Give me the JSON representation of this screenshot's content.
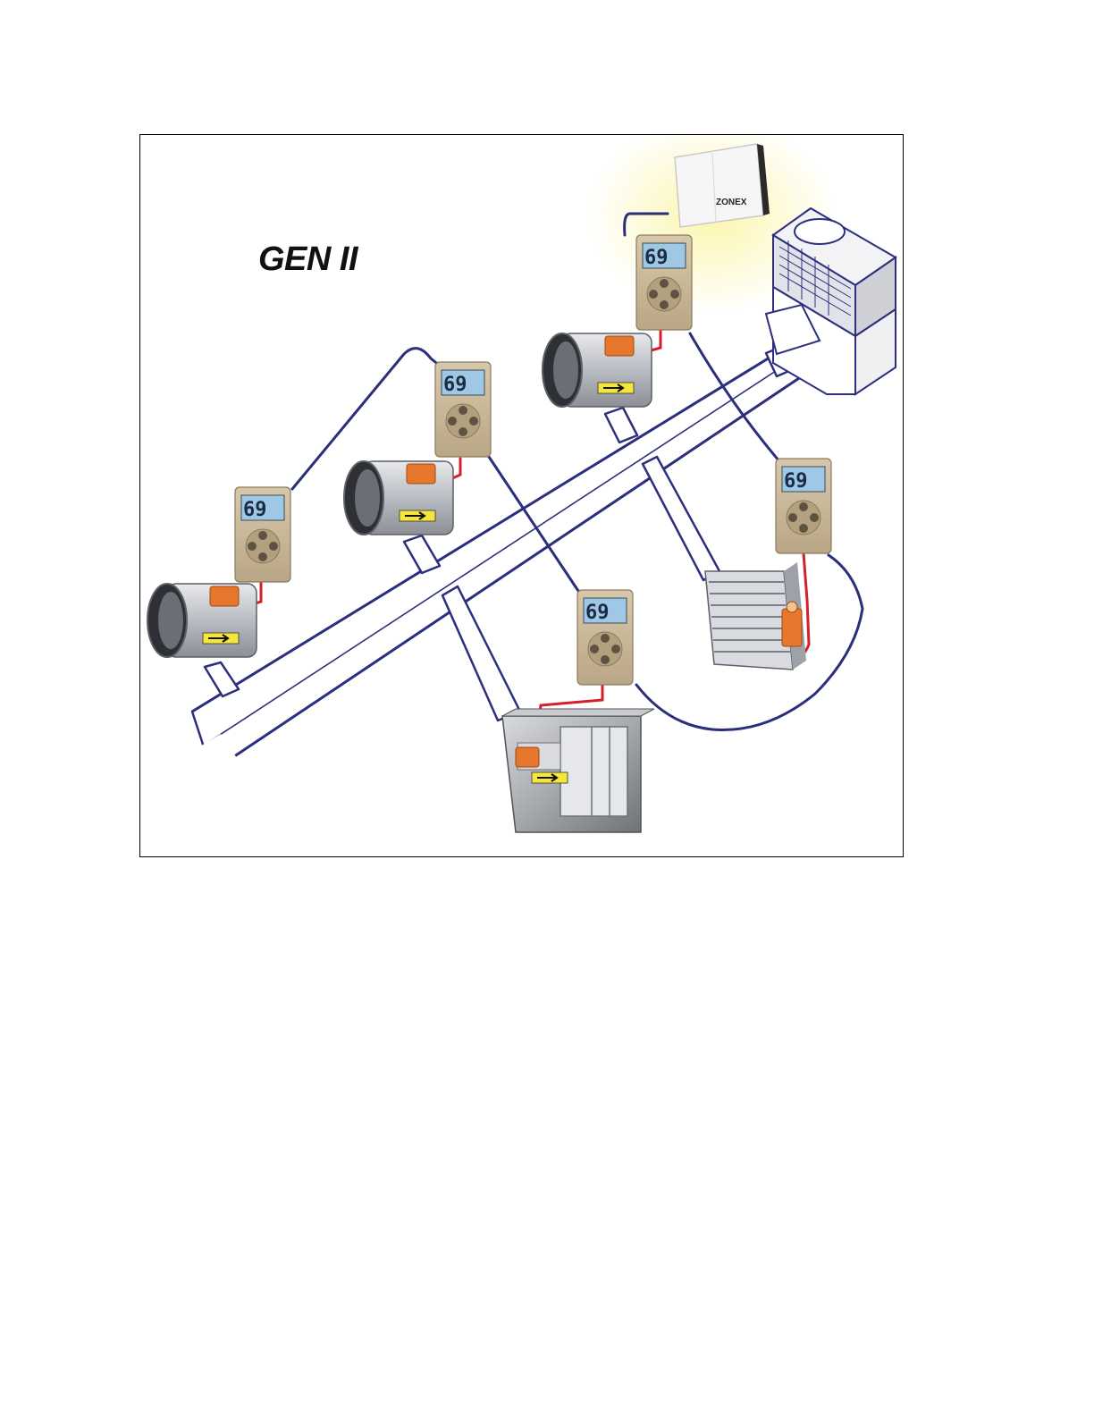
{
  "figure": {
    "title": "GEN II",
    "controller_brand": "ZONEX",
    "thermostat_reading": "69",
    "thermostat_count": 5,
    "colors": {
      "wire_bus": "#2a2f7a",
      "wire_damper": "#d4202a",
      "duct_outline": "#2b2f7e",
      "thermostat_body": "#c9b79a",
      "lcd": "#9ec8e6",
      "actuator": "#e8772e"
    },
    "components": {
      "controller": "zone-controller",
      "hvac_unit": "air-handler",
      "round_dampers": 3,
      "rectangular_dampers": 2
    }
  }
}
